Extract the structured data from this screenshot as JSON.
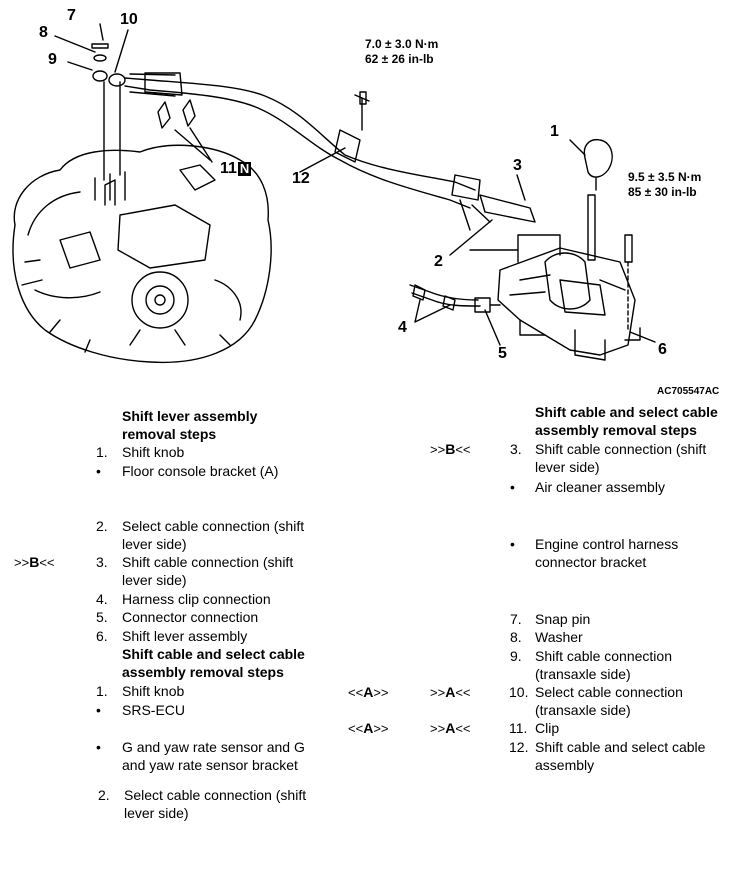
{
  "figure": {
    "callouts": [
      "7",
      "10",
      "8",
      "9",
      "11",
      "12",
      "1",
      "3",
      "2",
      "4",
      "5",
      "6"
    ],
    "n_mark": "N",
    "torque_top": "7.0 ± 3.0 N·m\n62 ± 26 in-lb",
    "torque_right": "9.5 ± 3.5 N·m\n85 ± 30 in-lb",
    "code": "AC705547AC"
  },
  "left_column": {
    "heading1": [
      "Shift lever assembly",
      "removal steps"
    ],
    "steps1": [
      {
        "num": "1.",
        "text": [
          "Shift knob"
        ]
      },
      {
        "num": "•",
        "text": [
          "Floor console bracket (A)"
        ]
      },
      {
        "num": "2.",
        "text": [
          "Select cable connection (shift",
          "lever side)"
        ]
      },
      {
        "num": "3.",
        "text": [
          "Shift cable connection (shift",
          "lever side)"
        ],
        "ref": ">>B<<"
      },
      {
        "num": "4.",
        "text": [
          "Harness clip connection"
        ]
      },
      {
        "num": "5.",
        "text": [
          "Connector connection"
        ]
      },
      {
        "num": "6.",
        "text": [
          "Shift lever assembly"
        ]
      }
    ],
    "heading2": [
      "Shift cable and select cable",
      "assembly removal steps"
    ],
    "steps2": [
      {
        "num": "1.",
        "text": [
          "Shift knob"
        ]
      },
      {
        "num": "•",
        "text": [
          "SRS-ECU"
        ]
      },
      {
        "num": "•",
        "text": [
          "G and yaw rate sensor and G",
          "and yaw rate sensor bracket"
        ]
      },
      {
        "num": "2.",
        "text": [
          "Select cable connection (shift",
          "lever side)"
        ]
      }
    ]
  },
  "right_column": {
    "heading": [
      "Shift cable and select cable",
      "assembly removal steps"
    ],
    "steps": [
      {
        "num": "3.",
        "text": [
          "Shift cable connection (shift",
          "lever side)"
        ],
        "ref": ">>B<<"
      },
      {
        "num": "•",
        "text": [
          "Air cleaner assembly"
        ]
      },
      {
        "num": "•",
        "text": [
          "Engine control harness",
          "connector bracket"
        ]
      },
      {
        "num": "7.",
        "text": [
          "Snap pin"
        ]
      },
      {
        "num": "8.",
        "text": [
          "Washer"
        ]
      },
      {
        "num": "9.",
        "text": [
          "Shift cable connection",
          "(transaxle side)"
        ]
      },
      {
        "num": "10.",
        "text": [
          "Select cable connection",
          "(transaxle side)"
        ],
        "ref": ">>A<<",
        "ref_left": "<<A>>"
      },
      {
        "num": "11.",
        "text": [
          "Clip"
        ],
        "ref": ">>A<<",
        "ref_left": "<<A>>"
      },
      {
        "num": "12.",
        "text": [
          "Shift cable and select cable",
          "assembly"
        ]
      }
    ]
  }
}
